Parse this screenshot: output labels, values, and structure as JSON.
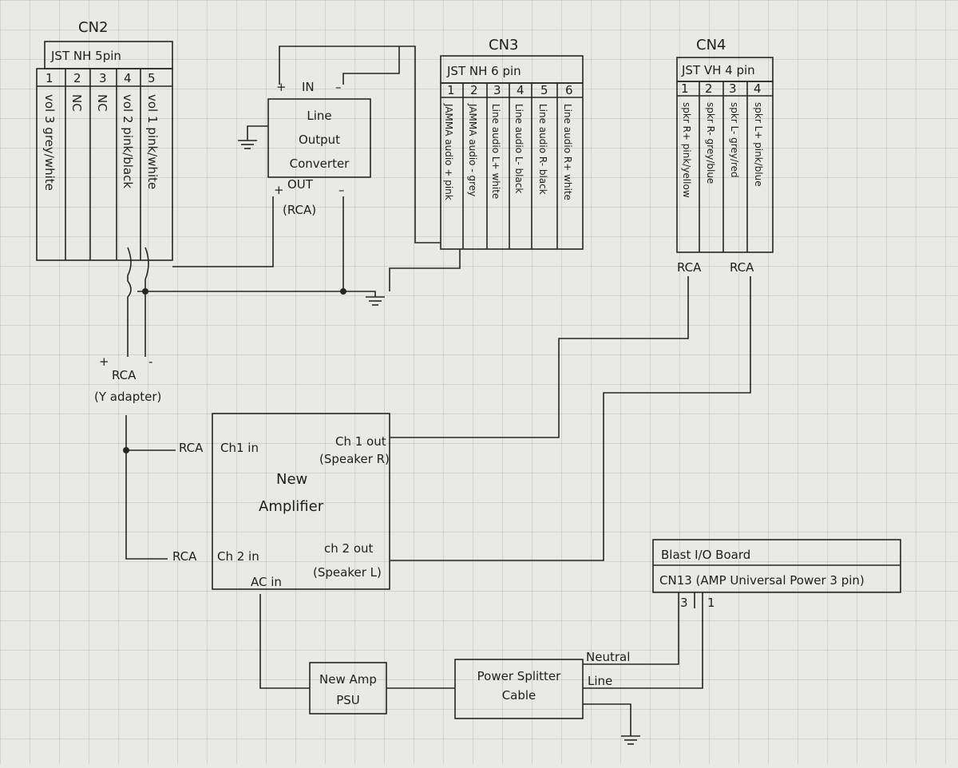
{
  "cn2": {
    "title": "CN2",
    "header": "JST NH 5pin",
    "pins": [
      {
        "num": "1",
        "label": "vol 3 grey/white"
      },
      {
        "num": "2",
        "label": "NC"
      },
      {
        "num": "3",
        "label": "NC"
      },
      {
        "num": "4",
        "label": "vol 2 pink/black"
      },
      {
        "num": "5",
        "label": "vol 1 pink/white"
      }
    ]
  },
  "cn3": {
    "title": "CN3",
    "header": "JST NH 6 pin",
    "pins": [
      {
        "num": "1",
        "label": "JAMMA audio + pink"
      },
      {
        "num": "2",
        "label": "JAMMA audio - grey"
      },
      {
        "num": "3",
        "label": "Line audio L+ white"
      },
      {
        "num": "4",
        "label": "Line audio L- black"
      },
      {
        "num": "5",
        "label": "Line audio R- black"
      },
      {
        "num": "6",
        "label": "Line audio R+ white"
      }
    ]
  },
  "cn4": {
    "title": "CN4",
    "header": "JST VH 4 pin",
    "pins": [
      {
        "num": "1",
        "label": "spkr R+ pink/yellow"
      },
      {
        "num": "2",
        "label": "spkr R- grey/blue"
      },
      {
        "num": "3",
        "label": "spkr L- grey/red"
      },
      {
        "num": "4",
        "label": "spkr L+ pink/blue"
      }
    ],
    "rca_left": "RCA",
    "rca_right": "RCA"
  },
  "line_output_converter": {
    "in_plus": "+",
    "in_label": "IN",
    "in_minus": "–",
    "title_lines": [
      "Line",
      "Output",
      "Converter"
    ],
    "out_plus": "+",
    "out_label": "OUT",
    "out_minus": "–",
    "out_rca": "(RCA)"
  },
  "rca_y_adapter": {
    "plus": "+",
    "minus": "-",
    "label": "RCA",
    "sub": "(Y adapter)"
  },
  "amplifier": {
    "title_lines": [
      "New",
      "Amplifier"
    ],
    "ch1_in": "Ch1 in",
    "ch2_in": "Ch 2 in",
    "ch1_out": "Ch 1 out",
    "ch1_out_sub": "(Speaker R)",
    "ch2_out": "ch 2 out",
    "ch2_out_sub": "(Speaker L)",
    "ac_in": "AC in",
    "rca_ch1": "RCA",
    "rca_ch2": "RCA"
  },
  "psu": {
    "lines": [
      "New Amp",
      "PSU"
    ]
  },
  "splitter": {
    "lines": [
      "Power Splitter",
      "Cable"
    ]
  },
  "power_labels": {
    "neutral": "Neutral",
    "line": "Line"
  },
  "blast_board": {
    "title": "Blast I/O Board",
    "subtitle": "CN13 (AMP Universal Power 3 pin)",
    "pin3": "3",
    "pin1": "1"
  }
}
